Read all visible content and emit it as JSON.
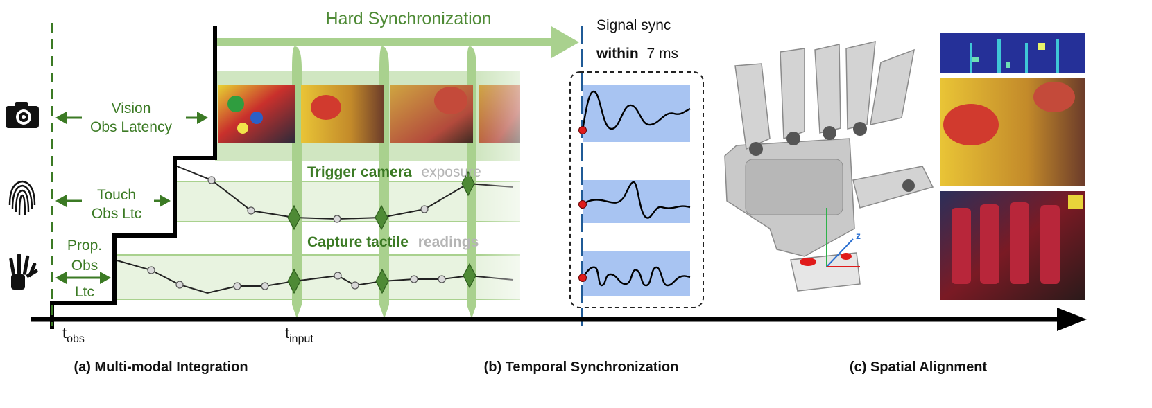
{
  "title": "Hard Synchronization",
  "signal_sync": {
    "line1": "Signal sync",
    "bold": "within",
    "value": "7 ms"
  },
  "latency_labels": {
    "vision_1": "Vision",
    "vision_2": "Obs Latency",
    "touch_1": "Touch",
    "touch_2": "Obs Ltc",
    "prop_1": "Prop.",
    "prop_2": "Obs",
    "prop_3": "Ltc"
  },
  "trigger": {
    "bold": "Trigger camera",
    "light": "exposure"
  },
  "capture": {
    "bold": "Capture tactile",
    "light": "readings"
  },
  "axis": {
    "t_obs_base": "t",
    "t_obs_sub": "obs",
    "t_input_base": "t",
    "t_input_sub": "input"
  },
  "captions": {
    "a": "(a) Multi-modal Integration",
    "b": "(b) Temporal Synchronization",
    "c": "(c) Spatial Alignment"
  },
  "frame_labels": {
    "z_axis": "z"
  },
  "icons": [
    "camera-icon",
    "fingerprint-icon",
    "robot-hand-icon"
  ],
  "colors": {
    "green_dark": "#3b7a24",
    "green_mid": "#6aa94f",
    "green_light": "#a9d18e",
    "green_bg": "#e8f3e0",
    "blue_panel": "#a8c4f2",
    "blue_line": "#1f5a96",
    "red_dot": "#e01b1b"
  }
}
